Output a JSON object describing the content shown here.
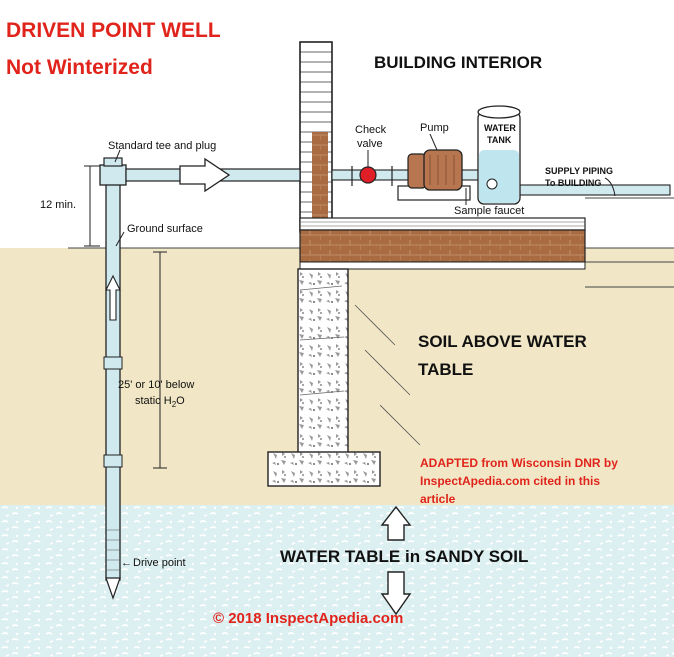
{
  "title": {
    "line1": "DRIVEN POINT WELL",
    "line2": "Not Winterized"
  },
  "labels": {
    "building_interior": "BUILDING INTERIOR",
    "check_valve_1": "Check",
    "check_valve_2": "valve",
    "pump": "Pump",
    "water_tank_1": "WATER",
    "water_tank_2": "TANK",
    "supply_piping_1": "SUPPLY PIPING",
    "supply_piping_2": "To BUILDING",
    "sample_faucet": "Sample faucet",
    "standard_tee": "Standard tee and plug",
    "twelve_min": "12 min.",
    "ground_surface": "Ground surface",
    "soil_above_1": "SOIL ABOVE WATER",
    "soil_above_2": "TABLE",
    "depth_1": "25' or 10' below",
    "depth_2_prefix": "static H",
    "depth_2_sub": "2",
    "depth_2_suffix": "O",
    "drive_point": "Drive point",
    "water_table": "WATER TABLE in SANDY SOIL"
  },
  "credit": {
    "line1": "ADAPTED from Wisconsin DNR by",
    "line2": "InspectApedia.com cited in this",
    "line3": "article"
  },
  "copyright": "© 2018 InspectApedia.com",
  "colors": {
    "soil": "#f1e7c6",
    "water": "#dceff1",
    "pipe": "#cfe9ee",
    "tank_water": "#bfe6ee",
    "brick": "#a86b42",
    "valve": "#e01e28",
    "accent_red": "#e0241b"
  }
}
